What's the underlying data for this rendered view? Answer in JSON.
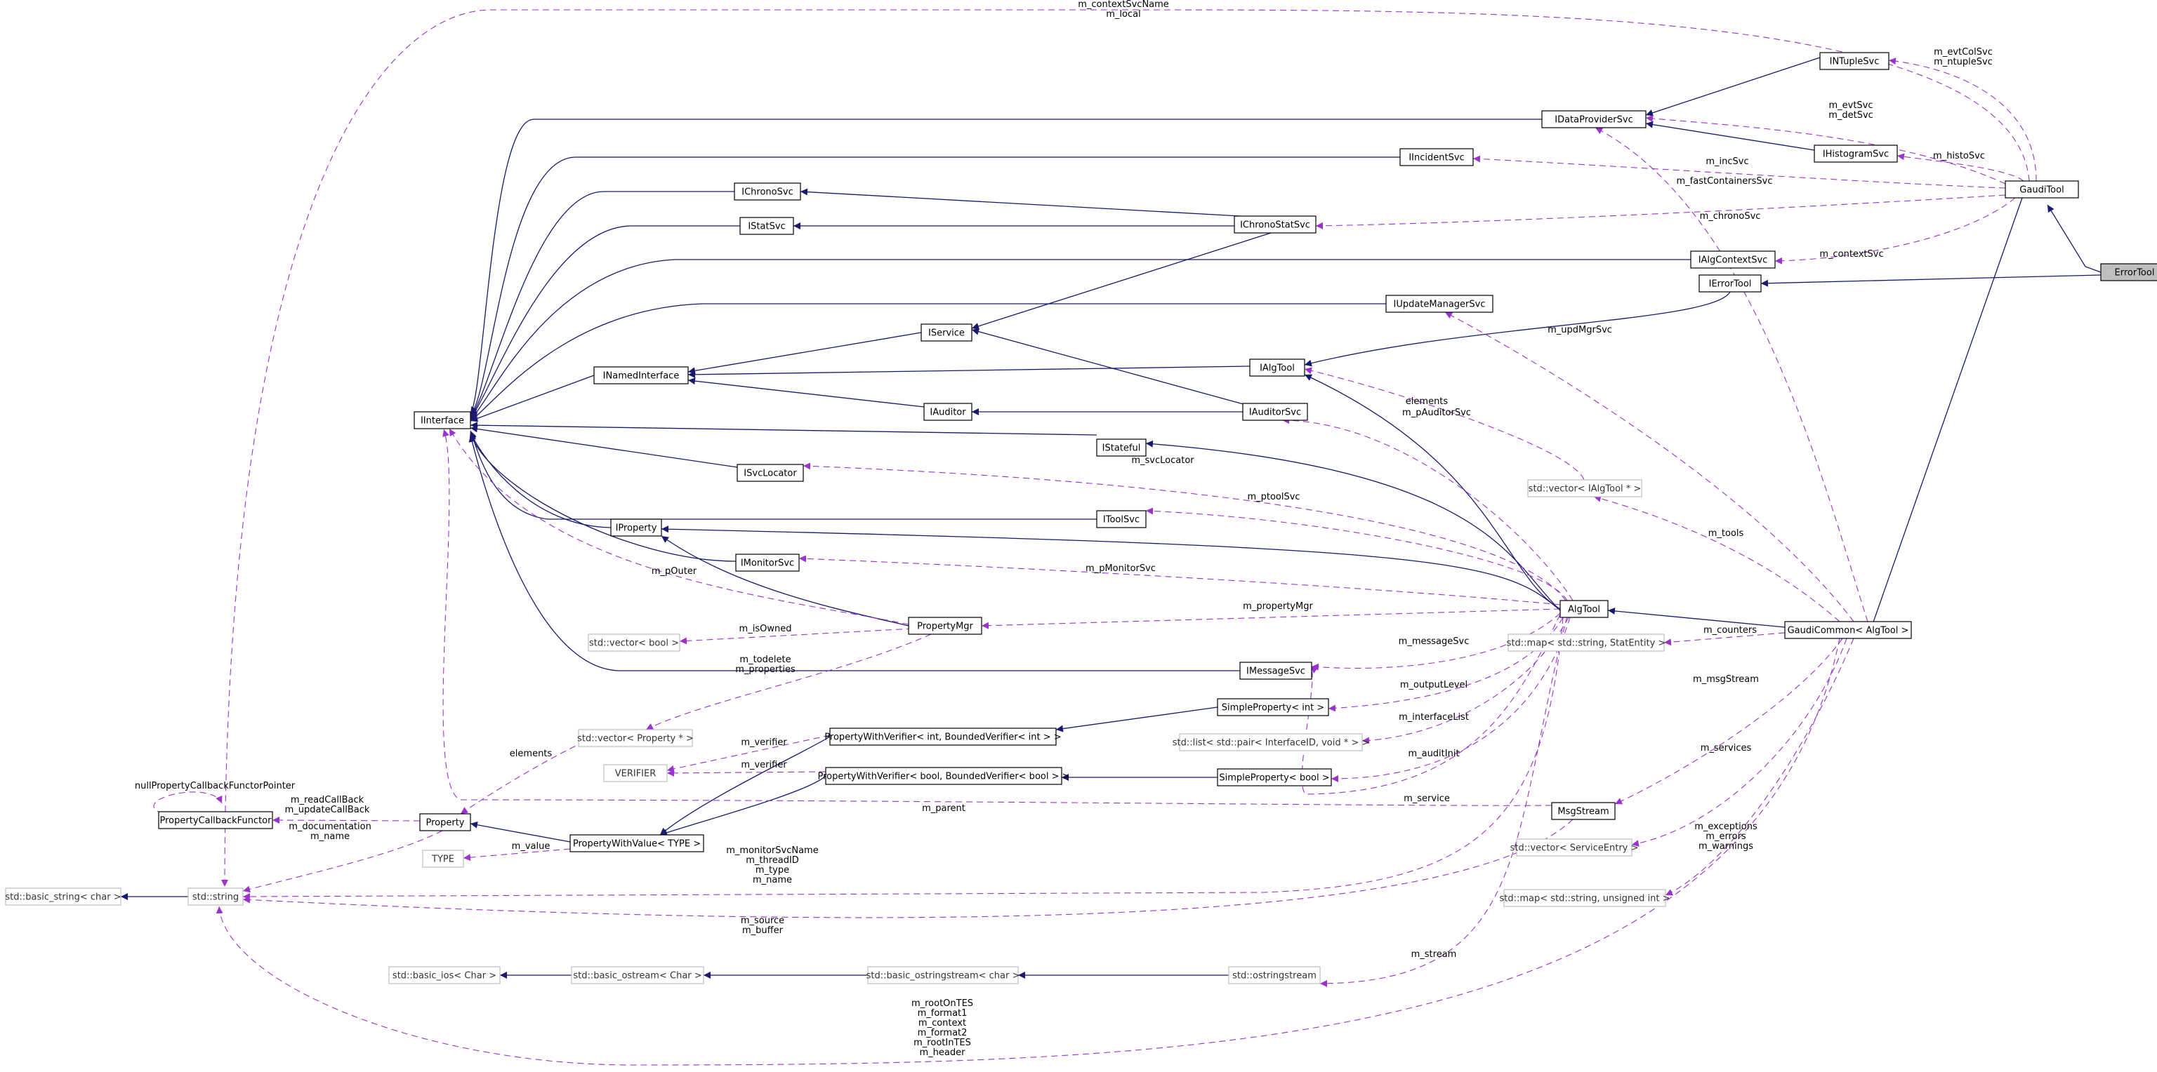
{
  "colors": {
    "inheritance": "#191970",
    "usage": "#9a32cd",
    "focus_fill": "#bfbfbf",
    "external_border": "#bfbfbf"
  },
  "nodes": {
    "ErrorTool": "ErrorTool",
    "GaudiTool": "GaudiTool",
    "INTupleSvc": "INTupleSvc",
    "IDataProviderSvc": "IDataProviderSvc",
    "IHistogramSvc": "IHistogramSvc",
    "IIncidentSvc": "IIncidentSvc",
    "IChronoSvc": "IChronoSvc",
    "IStatSvc": "IStatSvc",
    "IChronoStatSvc": "IChronoStatSvc",
    "IAlgContextSvc": "IAlgContextSvc",
    "IErrorTool": "IErrorTool",
    "IUpdateManagerSvc": "IUpdateManagerSvc",
    "IService": "IService",
    "IAlgTool": "IAlgTool",
    "INamedInterface": "INamedInterface",
    "IAuditorSvc": "IAuditorSvc",
    "IAuditor": "IAuditor",
    "IInterface": "IInterface",
    "IStateful": "IStateful",
    "ISvcLocator": "ISvcLocator",
    "IToolSvc": "IToolSvc",
    "vectorIAlgTool": "std::vector< IAlgTool * >",
    "IProperty": "IProperty",
    "IMonitorSvc": "IMonitorSvc",
    "AlgTool": "AlgTool",
    "GaudiCommon": "GaudiCommon< AlgTool >",
    "PropertyMgr": "PropertyMgr",
    "vectorBool": "std::vector< bool >",
    "mapStatEntity": "std::map< std::string, StatEntity >",
    "IMessageSvc": "IMessageSvc",
    "SimplePropertyInt": "SimpleProperty< int >",
    "vectorProperty": "std::vector< Property * >",
    "PWVInt": "PropertyWithVerifier< int, BoundedVerifier< int > >",
    "listPair": "std::list< std::pair< InterfaceID, void * > >",
    "VERIFIER": "VERIFIER",
    "PWVBool": "PropertyWithVerifier< bool, BoundedVerifier< bool > >",
    "SimplePropertyBool": "SimpleProperty< bool >",
    "MsgStream": "MsgStream",
    "PropertyCallbackFunctor": "PropertyCallbackFunctor",
    "Property": "Property",
    "PropertyWithValue": "PropertyWithValue< TYPE >",
    "vectorServiceEntry": "std::vector< ServiceEntry >",
    "TYPE": "TYPE",
    "basicString": "std::basic_string< char >",
    "stdString": "std::string",
    "mapUnsigned": "std::map< std::string, unsigned int >",
    "basicIos": "std::basic_ios< Char >",
    "basicOstream": "std::basic_ostream< Char >",
    "basicOstringstream": "std::basic_ostringstream< char >",
    "ostringstream": "std::ostringstream"
  },
  "labels": {
    "contextSvcName": [
      "m_contextSvcName",
      "m_local"
    ],
    "evtColSvc": [
      "m_evtColSvc",
      "m_ntupleSvc"
    ],
    "evtSvc": [
      "m_evtSvc",
      "m_detSvc"
    ],
    "histoSvc": [
      "m_histoSvc"
    ],
    "incSvc": [
      "m_incSvc"
    ],
    "fastContainersSvc": [
      "m_fastContainersSvc"
    ],
    "chronoSvc": [
      "m_chronoSvc"
    ],
    "contextSvc": [
      "m_contextSvc"
    ],
    "updMgrSvc": [
      "m_updMgrSvc"
    ],
    "elementsTools": [
      "elements"
    ],
    "pAuditorSvc": [
      "m_pAuditorSvc"
    ],
    "svcLocator": [
      "m_svcLocator"
    ],
    "ptoolSvc": [
      "m_ptoolSvc"
    ],
    "tools": [
      "m_tools"
    ],
    "pOuter": [
      "m_pOuter"
    ],
    "pMonitorSvc": [
      "m_pMonitorSvc"
    ],
    "propertyMgr": [
      "m_propertyMgr"
    ],
    "isOwned": [
      "m_isOwned"
    ],
    "counters": [
      "m_counters"
    ],
    "messageSvc": [
      "m_messageSvc"
    ],
    "todelete": [
      "m_todelete",
      "m_properties"
    ],
    "outputLevel": [
      "m_outputLevel"
    ],
    "msgStream": [
      "m_msgStream"
    ],
    "interfaceList": [
      "m_interfaceList"
    ],
    "verifier1": [
      "m_verifier"
    ],
    "verifier2": [
      "m_verifier"
    ],
    "elementsProps": [
      "elements"
    ],
    "auditInit": [
      "m_auditInit"
    ],
    "services": [
      "m_services"
    ],
    "nullPointer": [
      "nullPropertyCallbackFunctorPointer"
    ],
    "readCallBack": [
      "m_readCallBack",
      "m_updateCallBack"
    ],
    "documentation": [
      "m_documentation",
      "m_name"
    ],
    "service": [
      "m_service"
    ],
    "parent": [
      "m_parent"
    ],
    "exceptions": [
      "m_exceptions",
      "m_errors",
      "m_warnings"
    ],
    "value": [
      "m_value"
    ],
    "monitorSvcName": [
      "m_monitorSvcName",
      "m_threadID",
      "m_type",
      "m_name"
    ],
    "source": [
      "m_source",
      "m_buffer"
    ],
    "stream": [
      "m_stream"
    ],
    "rootOnTES": [
      "m_rootOnTES",
      "m_format1",
      "m_context",
      "m_format2",
      "m_rootInTES",
      "m_header"
    ]
  }
}
